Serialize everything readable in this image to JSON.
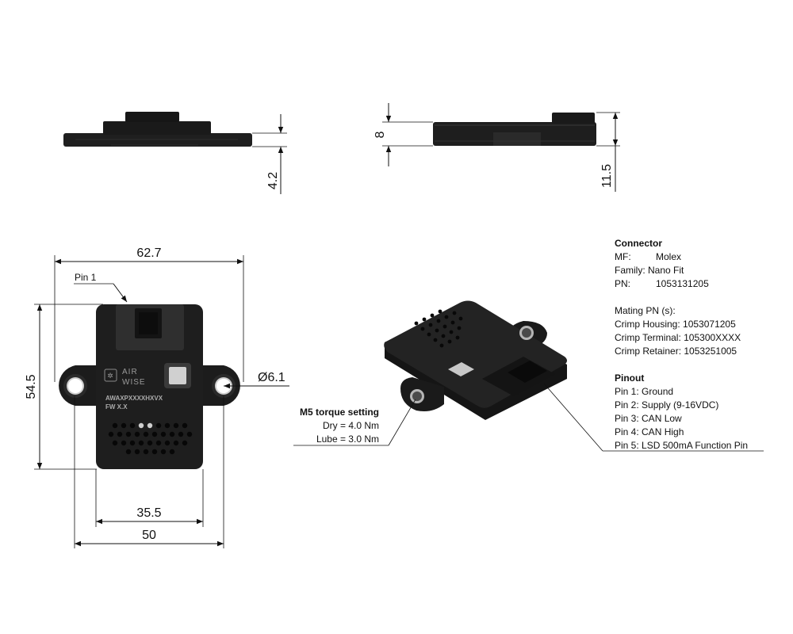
{
  "dimensions": {
    "side_height": "4.2",
    "end_height": "8",
    "end_total_height": "11.5",
    "overall_width": "62.7",
    "body_height": "54.5",
    "hole_diameter": "Ø6.1",
    "body_width": "35.5",
    "mount_width": "50"
  },
  "callouts": {
    "pin1": "Pin 1"
  },
  "device_markings": {
    "logo_line1": "AIR",
    "logo_line2": "WISE",
    "part_number": "AWAXPXXXXHXVX",
    "firmware": "FW X.X"
  },
  "torque": {
    "title": "M5 torque setting",
    "dry": "Dry = 4.0 Nm",
    "lube": "Lube = 3.0 Nm"
  },
  "connector": {
    "title": "Connector",
    "mf_label": "MF:",
    "mf_value": "Molex",
    "family": "Family: Nano Fit",
    "pn_label": "PN:",
    "pn_value": "1053131205"
  },
  "mating": {
    "title": "Mating PN (s):",
    "housing": "Crimp Housing: 1053071205",
    "terminal": "Crimp Terminal: 105300XXXX",
    "retainer": "Crimp Retainer: 1053251005"
  },
  "pinout": {
    "title": "Pinout",
    "pins": [
      "Pin 1: Ground",
      "Pin 2: Supply (9-16VDC)",
      "Pin 3: CAN Low",
      "Pin 4: CAN High",
      "Pin 5: LSD 500mA  Function Pin"
    ]
  },
  "colors": {
    "body": "#1e1e1e",
    "body_light": "#2e2e2e",
    "line": "#111111"
  }
}
